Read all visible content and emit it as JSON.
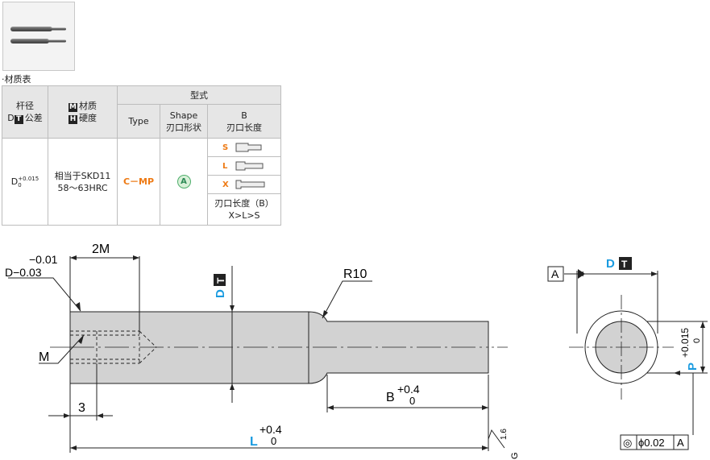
{
  "thumbnail": {
    "alt": "product-photo"
  },
  "table": {
    "title": "·材质表",
    "headers": {
      "col1_l1": "杆径",
      "col1_l2_prefix": "D",
      "col1_l2_suffix": "公差",
      "col2_l1_box": "M",
      "col2_l1": "材质",
      "col2_l2_box": "H",
      "col2_l2": "硬度",
      "group": "型式",
      "type": "Type",
      "shape_l1": "Shape",
      "shape_l2": "刃口形状",
      "b_l1": "B",
      "b_l2": "刃口长度"
    },
    "t_box": "T",
    "row": {
      "tolerance_base": "D",
      "tolerance_upper": "+0.015",
      "tolerance_lower": "0",
      "material": "相当于SKD11",
      "hardness": "58～63HRC",
      "type": "C－MP",
      "shape": "A",
      "lengths": [
        "S",
        "L",
        "X"
      ],
      "note_l1": "刃口长度（B）",
      "note_l2": "X>L>S"
    }
  },
  "drawing": {
    "d_upper": "−0.01",
    "d_lower": "D−0.03",
    "dim_2m": "2M",
    "dim_m": "M",
    "dim_3": "3",
    "dt_label": "D",
    "dt_box": "T",
    "r10": "R10",
    "b_label": "B",
    "b_tol_upper": "+0.4",
    "b_tol_lower": "0",
    "l_label": "L",
    "l_tol_upper": "+0.4",
    "l_tol_lower": "0",
    "roughness": "1.6",
    "roughness_g": "G",
    "datum": "A",
    "p_label": "P",
    "p_tol_upper": "+0.015",
    "p_tol_lower": "0",
    "concentric_symbol": "◎",
    "concentric_value": "ϕ0.02",
    "concentric_datum": "A"
  },
  "colors": {
    "accent_blue": "#1a9be0",
    "accent_orange": "#ee7a14"
  }
}
